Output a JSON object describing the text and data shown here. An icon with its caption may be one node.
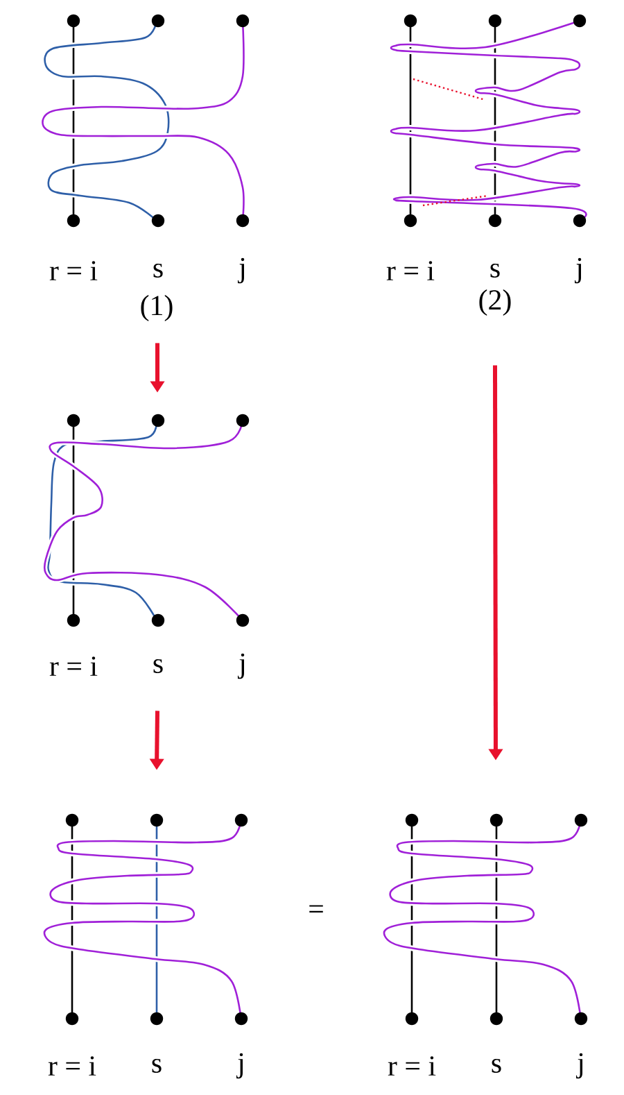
{
  "diagram": {
    "nodes": [
      {
        "text": [],
        "shape": "picture",
        "beside": [
          "r = i",
          "s",
          "j",
          "(1)"
        ]
      },
      {
        "text": [],
        "shape": "picture",
        "beside": [
          "r = i",
          "s",
          "j",
          "(2)"
        ]
      },
      {
        "text": [],
        "shape": "picture",
        "beside": [
          "r = i",
          "s",
          "j"
        ]
      },
      {
        "text": [],
        "shape": "picture",
        "beside": [
          "r = i",
          "s",
          "j"
        ]
      },
      {
        "text": [],
        "shape": "picture",
        "beside": [
          "r = i",
          "s",
          "j"
        ]
      }
    ],
    "edges": [
      {
        "from": 0,
        "to": 2,
        "arrow": "to"
      },
      {
        "from": 2,
        "to": 3,
        "arrow": "to"
      },
      {
        "from": 1,
        "to": 4,
        "arrow": "to"
      }
    ],
    "labels": [
      "="
    ]
  }
}
